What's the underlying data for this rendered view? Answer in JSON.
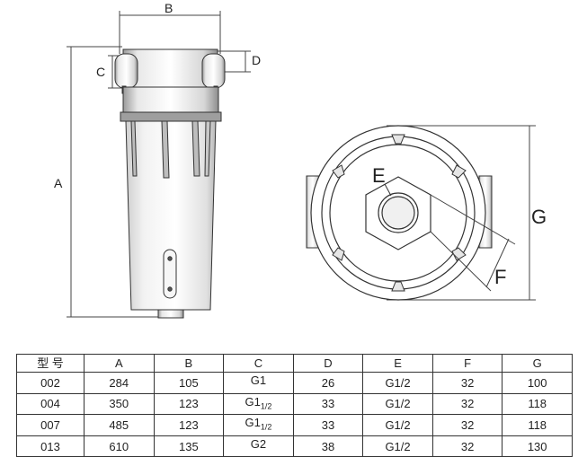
{
  "drawing": {
    "side_view_labels": {
      "a": "A",
      "b": "B",
      "c": "C",
      "d": "D"
    },
    "top_view_labels": {
      "e": "E",
      "f": "F",
      "g": "G"
    }
  },
  "table": {
    "headers": [
      "型 号",
      "A",
      "B",
      "C",
      "D",
      "E",
      "F",
      "G"
    ],
    "rows": [
      {
        "model": "002",
        "a": "284",
        "b": "105",
        "c_main": "G1",
        "c_sub": "",
        "d": "26",
        "e": "G1/2",
        "f": "32",
        "g": "100"
      },
      {
        "model": "004",
        "a": "350",
        "b": "123",
        "c_main": "G1",
        "c_sub": "1/2",
        "d": "33",
        "e": "G1/2",
        "f": "32",
        "g": "118"
      },
      {
        "model": "007",
        "a": "485",
        "b": "123",
        "c_main": "G1",
        "c_sub": "1/2",
        "d": "33",
        "e": "G1/2",
        "f": "32",
        "g": "118"
      },
      {
        "model": "013",
        "a": "610",
        "b": "135",
        "c_main": "G2",
        "c_sub": "",
        "d": "38",
        "e": "G1/2",
        "f": "32",
        "g": "130"
      }
    ]
  }
}
